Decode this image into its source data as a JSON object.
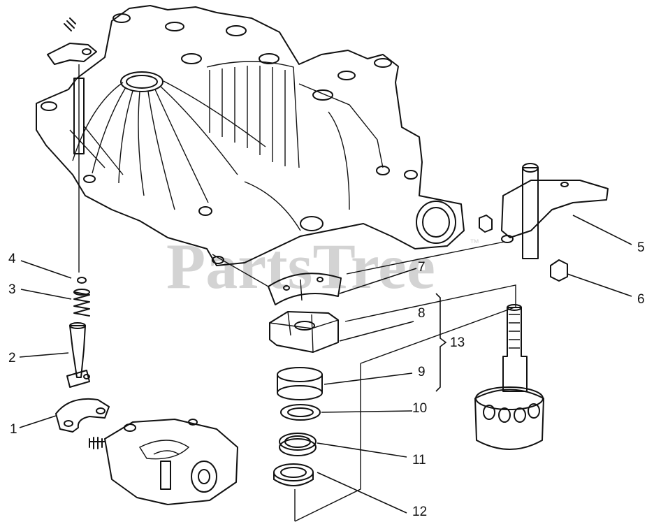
{
  "diagram": {
    "watermark": {
      "text": "PartsTree",
      "trademark": "™"
    },
    "callouts": [
      {
        "id": "c1",
        "label": "1"
      },
      {
        "id": "c2",
        "label": "2"
      },
      {
        "id": "c3",
        "label": "3"
      },
      {
        "id": "c4",
        "label": "4"
      },
      {
        "id": "c5",
        "label": "5"
      },
      {
        "id": "c6",
        "label": "6"
      },
      {
        "id": "c7",
        "label": "7"
      },
      {
        "id": "c8",
        "label": "8"
      },
      {
        "id": "c9",
        "label": "9"
      },
      {
        "id": "c10",
        "label": "10"
      },
      {
        "id": "c11",
        "label": "11"
      },
      {
        "id": "c12",
        "label": "12"
      },
      {
        "id": "c13",
        "label": "13"
      }
    ],
    "colors": {
      "ink": "#111111",
      "watermark": "#d3d3d3",
      "background": "#ffffff"
    }
  }
}
